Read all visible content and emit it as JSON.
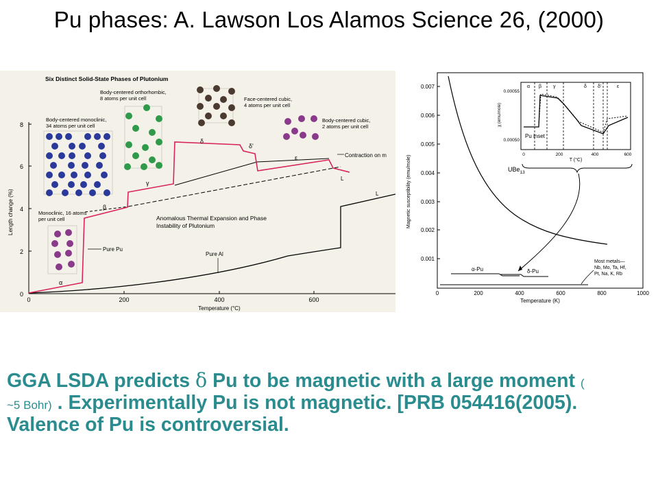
{
  "slide": {
    "title": "Pu  phases: A. Lawson  Los Alamos Science 26, (2000)"
  },
  "left_figure": {
    "heading": "Six Distinct Solid-State Phases of Plutonium",
    "y_axis_label": "Length change (%)",
    "x_axis_label": "Temperature (°C)",
    "y_ticks": [
      "0",
      "2",
      "4",
      "6",
      "8"
    ],
    "x_ticks": [
      "0",
      "200",
      "400",
      "600"
    ],
    "annotations": {
      "bco": "Body-centered orthorhombic, 8 atoms per unit cell",
      "fcc": "Face-centered cubic, 4 atoms per unit cell",
      "bcm": "Body-centered monoclinic, 34 atoms per unit cell",
      "bcc": "Body-centered cubic, 2 atoms per unit cell",
      "mono": "Monoclinic, 16 atoms per unit cell",
      "contraction": "Contraction on m",
      "pure_pu": "Pure Pu",
      "pure_al": "Pure Al",
      "anomalous": "Anomalous Thermal Expansion and Phase Instability of Plutonium",
      "liquid_1": "L",
      "liquid_2": "L",
      "alpha": "α",
      "beta": "β",
      "gamma": "γ",
      "delta": "δ",
      "delta_prime": "δ'",
      "epsilon": "ε"
    },
    "colors": {
      "pu_curve": "#d8245a",
      "al_curve": "#000000",
      "background": "#f4f2e8",
      "atom_blue": "#2b3a9a",
      "atom_green": "#2f9a4a",
      "atom_brown": "#4a3a30",
      "atom_purple": "#8a3a8a"
    }
  },
  "right_figure": {
    "y_axis_label": "Magnetic susceptibility (emu/mole)",
    "x_axis_label": "Temperature (K)",
    "y_ticks": [
      "0.001",
      "0.002",
      "0.003",
      "0.004",
      "0.005",
      "0.006",
      "0.007"
    ],
    "x_ticks": [
      "0",
      "200",
      "400",
      "600",
      "800",
      "1000"
    ],
    "ube13": "UBe13",
    "alpha_pu": "α-Pu",
    "delta_pu": "δ-Pu",
    "most_metals": "Most metals—",
    "most_metals_line1": "Nb, Mo, Ta, Hf,",
    "most_metals_line2": "Pt, Na, K, Rb",
    "inset": {
      "label": "Pu inset",
      "y_axis_label": "χ (emu/mole)",
      "x_axis_label": "T (°C)",
      "y_ticks": [
        "0.00055",
        "0.00050"
      ],
      "x_ticks": [
        "0",
        "200",
        "400",
        "600"
      ],
      "phases": [
        "α",
        "β",
        "γ",
        "δ",
        "δ'",
        "ε"
      ]
    }
  },
  "body": {
    "line1_a": "GGA LSDA  predicts  ",
    "delta": "δ",
    "line1_b": " Pu to be magnetic with a  large moment ",
    "paren": "(",
    "line2_small": "~5 Bohr)",
    "line2_b": " . Experimentally Pu is not magnetic. [PRB  054416(2005).",
    "line3": "Valence of Pu is controversial."
  }
}
